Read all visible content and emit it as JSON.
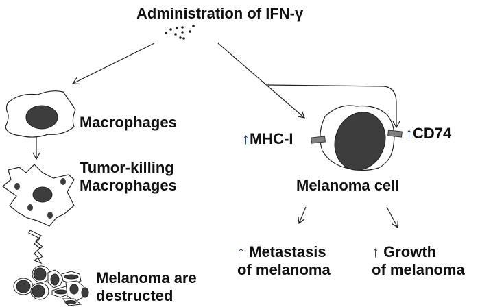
{
  "title": "Administration of IFN-γ",
  "left_branch": {
    "macrophages": "Macrophages",
    "tumor_killing_line1": "Tumor-killing",
    "tumor_killing_line2": "Macrophages",
    "result_line1": "Melanoma are",
    "result_line2": "destructed"
  },
  "right_branch": {
    "mhc_label": "MHC-I",
    "cd74_label": "CD74",
    "up_arrow": "↑",
    "cell_label": "Melanoma cell",
    "outcome1_line1": "Metastasis",
    "outcome1_line2": "of melanoma",
    "outcome2_line1": "Growth",
    "outcome2_line2": "of melanoma"
  },
  "colors": {
    "nucleus": "#3d3d3d",
    "receptor": "#808080",
    "line": "#222222"
  }
}
